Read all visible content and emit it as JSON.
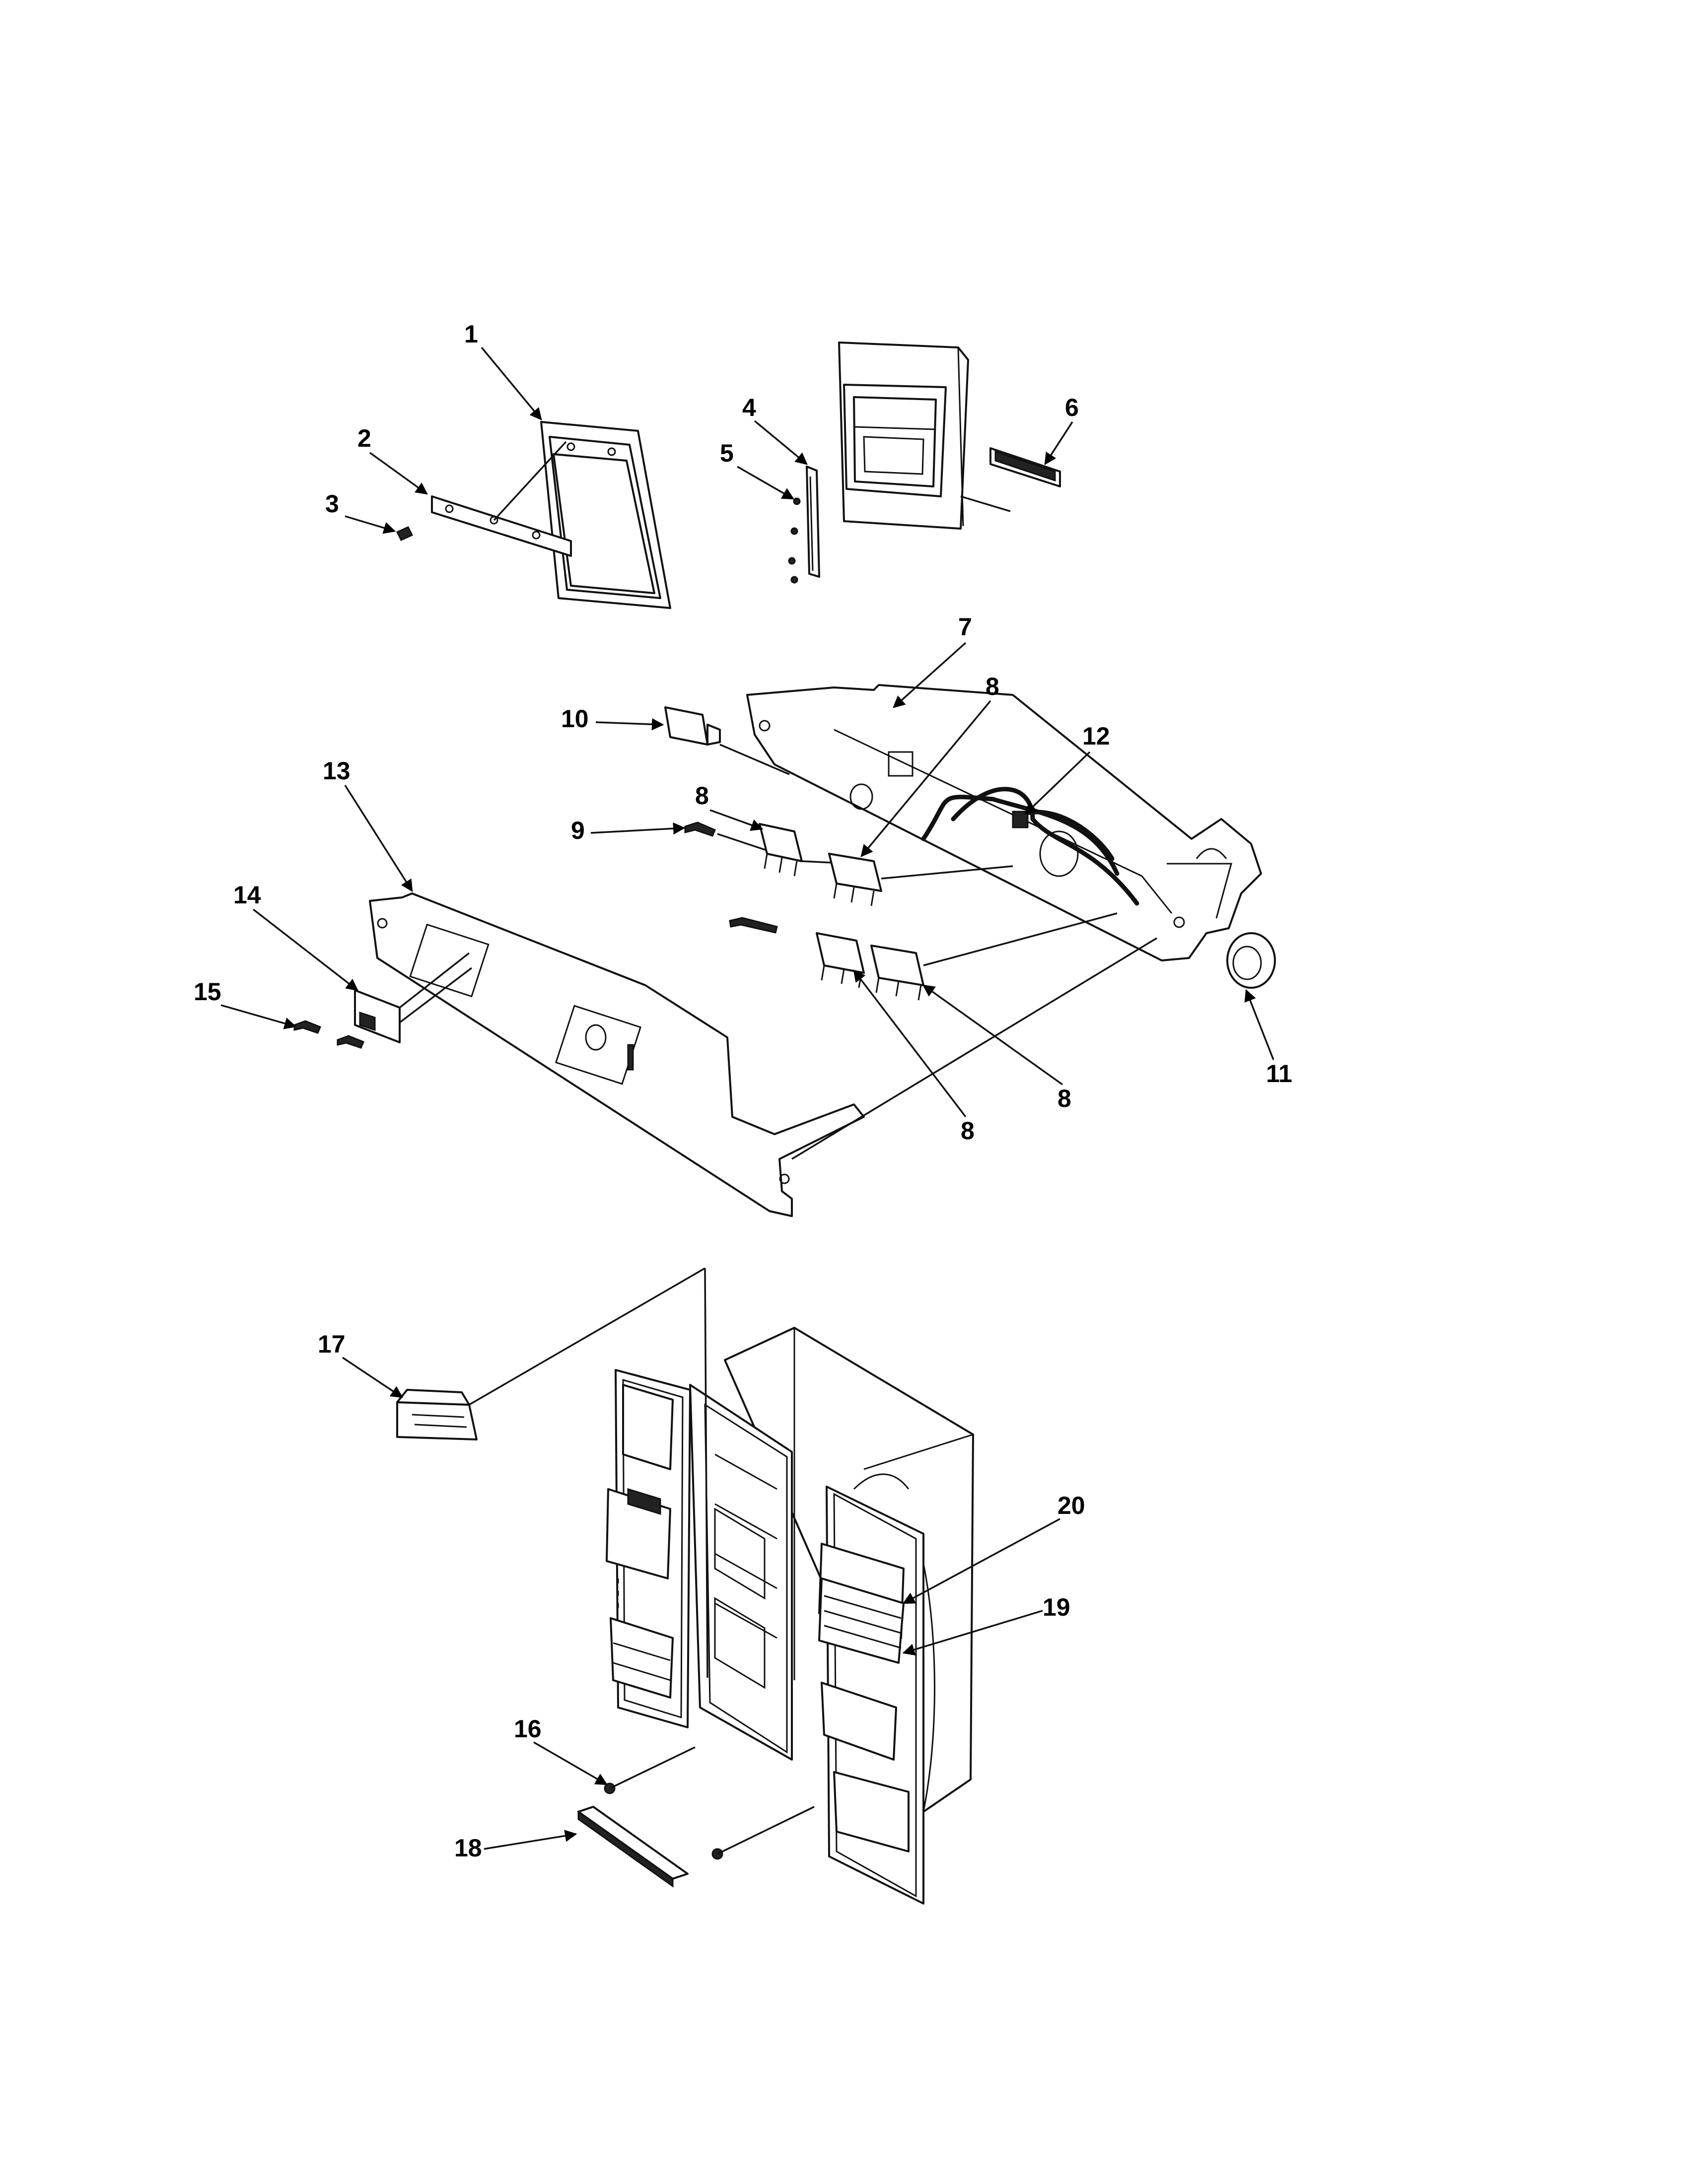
{
  "callouts": {
    "c1": "1",
    "c2": "2",
    "c3": "3",
    "c4": "4",
    "c5": "5",
    "c6": "6",
    "c7": "7",
    "c8a": "8",
    "c8b": "8",
    "c8c": "8",
    "c8d": "8",
    "c9": "9",
    "c10": "10",
    "c11": "11",
    "c12": "12",
    "c13": "13",
    "c14": "14",
    "c15": "15",
    "c16": "16",
    "c17": "17",
    "c18": "18",
    "c19": "19",
    "c20": "20"
  }
}
